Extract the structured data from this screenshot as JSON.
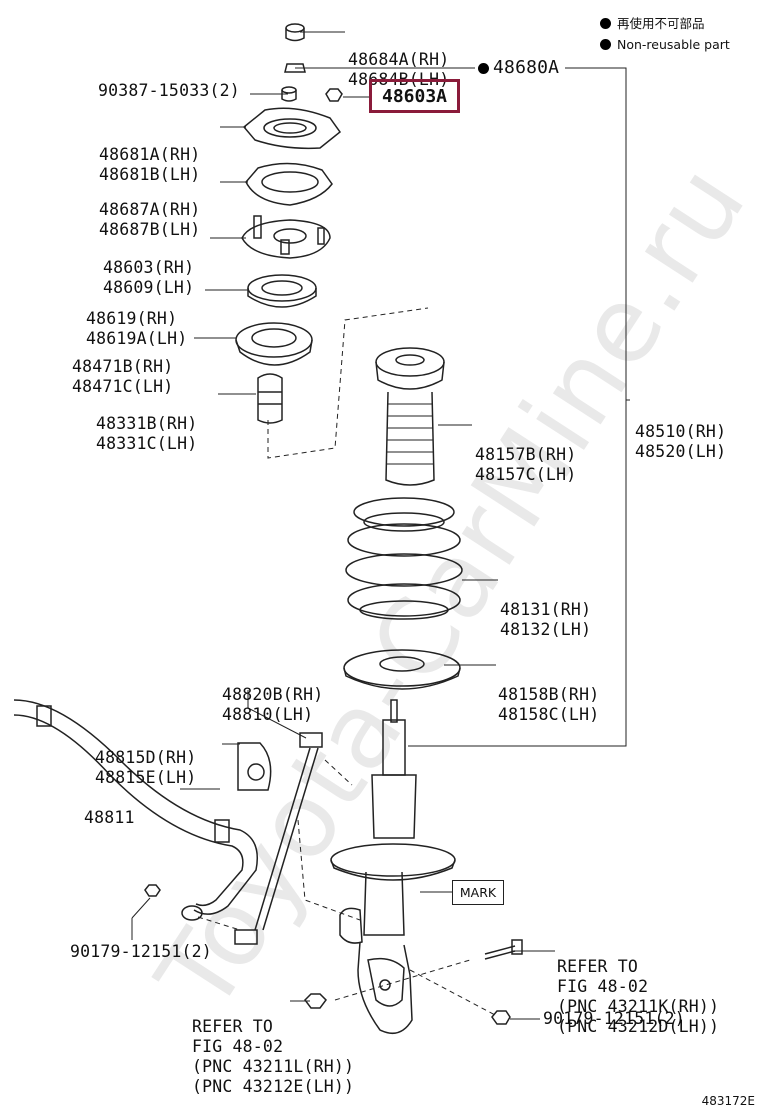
{
  "legend": {
    "line1": "再使用不可部品",
    "line2": "Non-reusable part"
  },
  "watermark": "Toyota-CarMine.ru",
  "figure_id": "483172E",
  "parts": {
    "p48684": [
      "48684A(RH)",
      "48684B(LH)"
    ],
    "p90387": "90387-15033(2)",
    "p48680": "48680A",
    "p48603a": "48603A",
    "p48681": [
      "48681A(RH)",
      "48681B(LH)"
    ],
    "p48687": [
      "48687A(RH)",
      "48687B(LH)"
    ],
    "p48603": [
      "48603(RH)",
      "48609(LH)"
    ],
    "p48619": [
      "48619(RH)",
      "48619A(LH)"
    ],
    "p48471": [
      "48471B(RH)",
      "48471C(LH)"
    ],
    "p48331": [
      "48331B(RH)",
      "48331C(LH)"
    ],
    "p48157": [
      "48157B(RH)",
      "48157C(LH)"
    ],
    "p48510": [
      "48510(RH)",
      "48520(LH)"
    ],
    "p48131": [
      "48131(RH)",
      "48132(LH)"
    ],
    "p48158": [
      "48158B(RH)",
      "48158C(LH)"
    ],
    "p48820": [
      "48820B(RH)",
      "48810(LH)"
    ],
    "p48815": [
      "48815D(RH)",
      "48815E(LH)"
    ],
    "p48811": "48811",
    "mark": "MARK",
    "p90179a": "90179-12151(2)",
    "p90179b": "90179-12151(2)",
    "refer1": [
      "REFER TO",
      "FIG 48-02",
      "(PNC 43211K(RH))",
      "(PNC 43212D(LH))"
    ],
    "refer2": [
      "REFER TO",
      "FIG 48-02",
      "(PNC 43211L(RH))",
      "(PNC 43212E(LH))"
    ]
  }
}
